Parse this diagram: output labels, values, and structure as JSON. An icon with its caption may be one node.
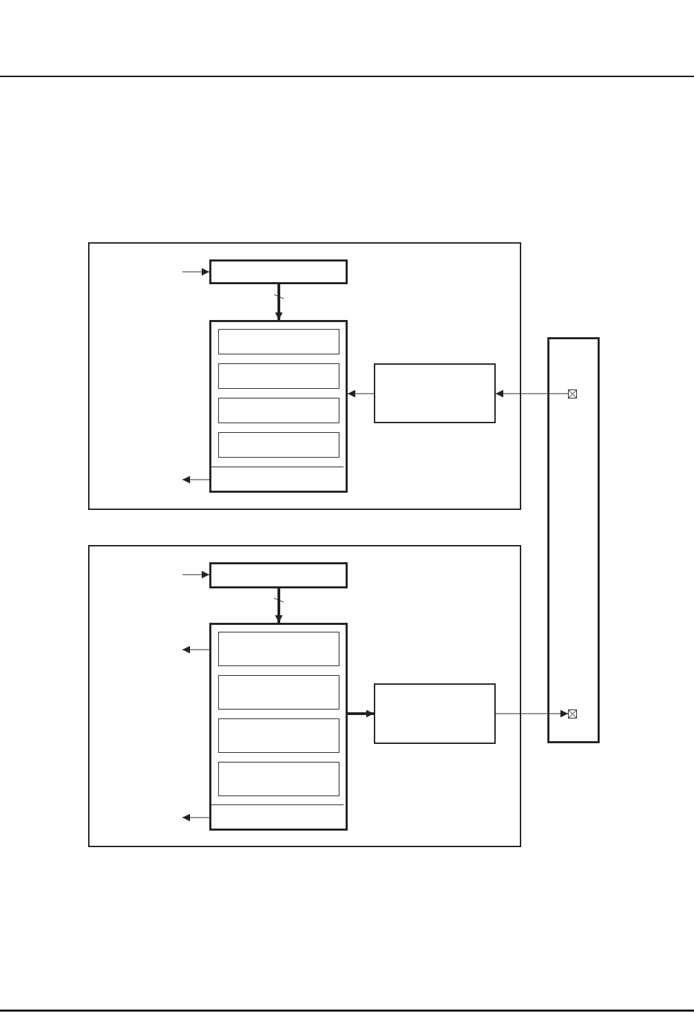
{
  "diagram": {
    "nodes": [
      {
        "text": [],
        "shape": "box"
      },
      {
        "text": [],
        "shape": "box",
        "in": 0
      },
      {
        "text": [],
        "shape": "box",
        "in": 0
      },
      {
        "text": [],
        "shape": "box",
        "in": 2
      },
      {
        "text": [],
        "shape": "box",
        "in": 2
      },
      {
        "text": [],
        "shape": "box",
        "in": 2
      },
      {
        "text": [],
        "shape": "box",
        "in": 2
      },
      {
        "text": [],
        "shape": "box",
        "in": 2
      },
      {
        "text": [],
        "shape": "box",
        "in": 0
      },
      {
        "text": [],
        "shape": "box"
      },
      {
        "text": [],
        "shape": "box",
        "in": 9
      },
      {
        "text": [],
        "shape": "box",
        "in": 9
      },
      {
        "text": [],
        "shape": "box",
        "in": 11
      },
      {
        "text": [],
        "shape": "box",
        "in": 11
      },
      {
        "text": [],
        "shape": "box",
        "in": 11
      },
      {
        "text": [],
        "shape": "box",
        "in": 11
      },
      {
        "text": [],
        "shape": "box",
        "in": 11
      },
      {
        "text": [],
        "shape": "box",
        "in": 9
      },
      {
        "text": [],
        "shape": "box"
      },
      {
        "text": [],
        "shape": "box",
        "in": 18
      },
      {
        "text": [],
        "shape": "box",
        "in": 18
      }
    ],
    "edges": [
      {
        "from": null,
        "to": 1,
        "arrow": "to"
      },
      {
        "from": 1,
        "to": 2,
        "arrow": "to",
        "style": "thick"
      },
      {
        "from": 8,
        "to": 2,
        "arrow": "to"
      },
      {
        "from": 19,
        "to": 8,
        "arrow": "to"
      },
      {
        "from": 7,
        "to": null,
        "arrow": "to"
      },
      {
        "from": null,
        "to": 10,
        "arrow": "to"
      },
      {
        "from": 10,
        "to": 11,
        "arrow": "to",
        "style": "thick"
      },
      {
        "from": 11,
        "to": null,
        "arrow": "to"
      },
      {
        "from": 11,
        "to": 17,
        "arrow": "to",
        "style": "thick"
      },
      {
        "from": 17,
        "to": 20,
        "arrow": "to"
      },
      {
        "from": 16,
        "to": null,
        "arrow": "to"
      }
    ]
  }
}
